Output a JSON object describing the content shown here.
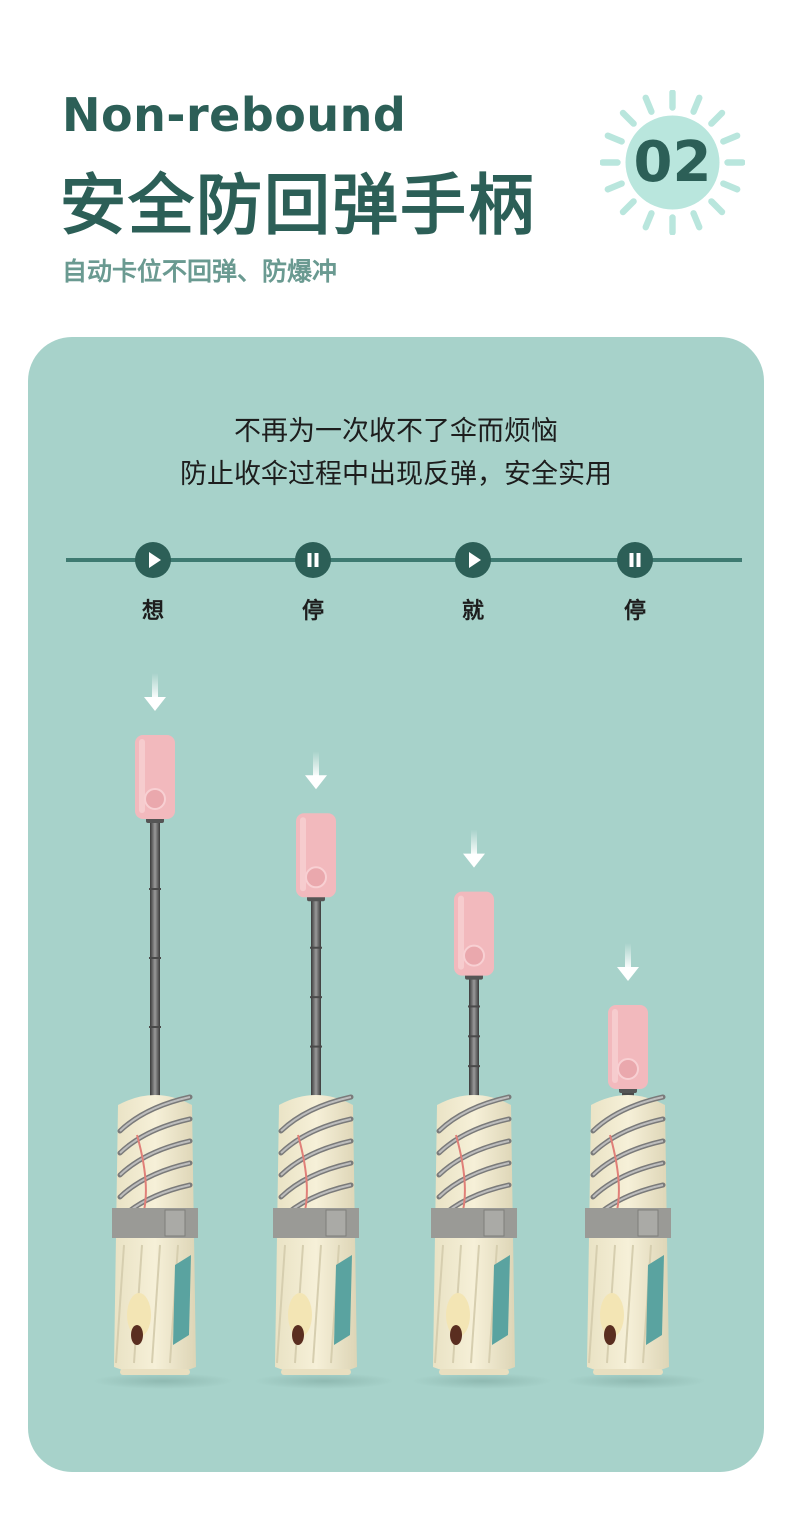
{
  "header": {
    "title_en": "Non-rebound",
    "title_cn": "安全防回弹手柄",
    "subtitle": "自动卡位不回弹、防爆冲",
    "badge_number": "02"
  },
  "panel": {
    "line1": "不再为一次收不了伞而烦恼",
    "line2": "防止收伞过程中出现反弹，安全实用"
  },
  "timeline": {
    "steps": [
      {
        "icon": "play-icon",
        "label": "想"
      },
      {
        "icon": "pause-icon",
        "label": "停"
      },
      {
        "icon": "play-icon",
        "label": "就"
      },
      {
        "icon": "pause-icon",
        "label": "停"
      }
    ]
  },
  "colors": {
    "brand_dark": "#2c5f57",
    "panel_bg": "#a7d2ca",
    "subtitle": "#6a9a91",
    "badge_glow": "#b9e6dd",
    "handle_pink": "#f2b9bd",
    "canopy_cream": "#f1ead0"
  },
  "illustration": {
    "umbrellas": [
      {
        "name": "umbrella-fully-extended",
        "extension": 1.0
      },
      {
        "name": "umbrella-stage-two",
        "extension": 0.71
      },
      {
        "name": "umbrella-stage-three",
        "extension": 0.42
      },
      {
        "name": "umbrella-retracted",
        "extension": 0.0
      }
    ]
  }
}
